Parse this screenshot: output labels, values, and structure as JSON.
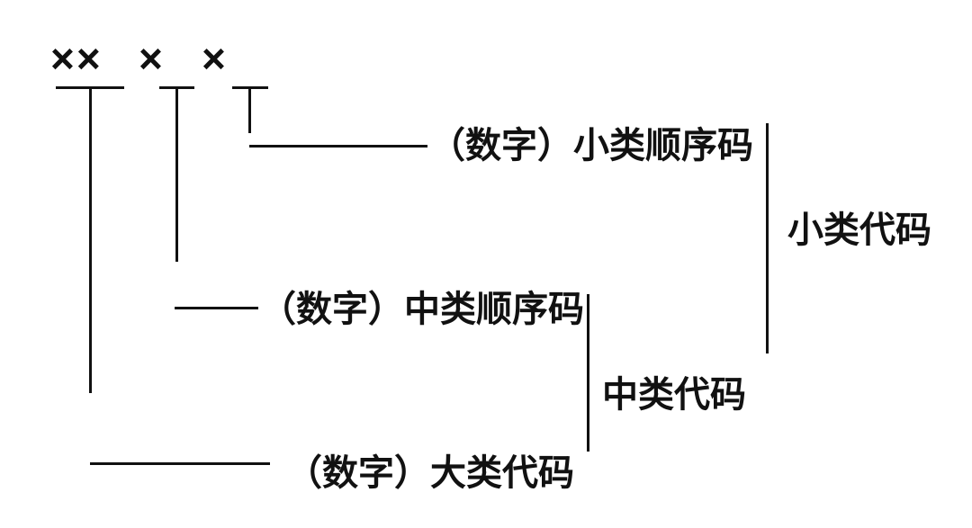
{
  "diagram": {
    "digits": {
      "major": "××",
      "middle": "×",
      "small": "×"
    },
    "labels": {
      "small_seq": "（数字）小类顺序码",
      "middle_seq": "（数字）中类顺序码",
      "major": "（数字）大类代码",
      "small_code": "小类代码",
      "middle_code": "中类代码"
    },
    "colors": {
      "background": "#ffffff",
      "line": "#111111",
      "text": "#111111"
    }
  }
}
